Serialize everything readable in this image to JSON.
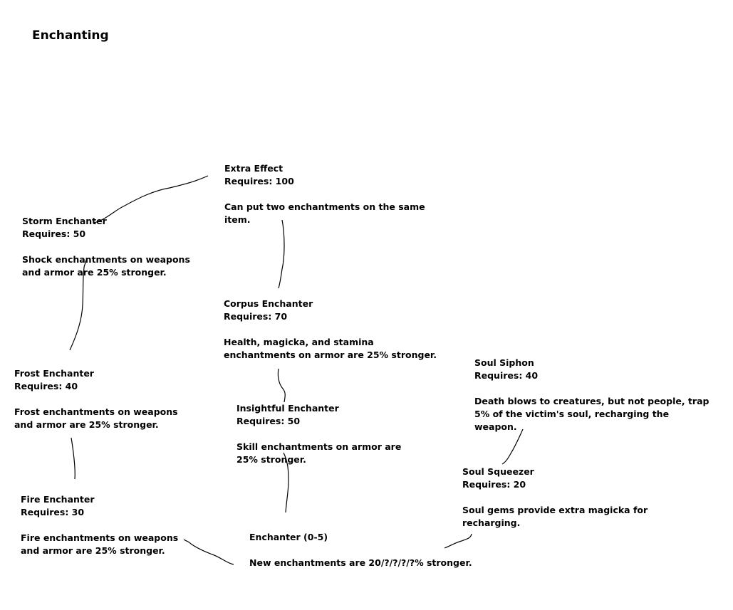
{
  "title": "Enchanting",
  "nodes": {
    "extra_effect": {
      "name": "Extra Effect",
      "requires": "Requires: 100",
      "description": "Can put two enchantments on the same item."
    },
    "storm_enchanter": {
      "name": "Storm Enchanter",
      "requires": "Requires: 50",
      "description": "Shock enchantments on weapons and armor are 25% stronger."
    },
    "corpus_enchanter": {
      "name": "Corpus Enchanter",
      "requires": "Requires: 70",
      "description": "Health, magicka, and stamina enchantments on armor are 25% stronger."
    },
    "frost_enchanter": {
      "name": "Frost Enchanter",
      "requires": "Requires: 40",
      "description": "Frost enchantments on weapons and armor are 25% stronger."
    },
    "insightful_enchanter": {
      "name": "Insightful Enchanter",
      "requires": "Requires: 50",
      "description": "Skill enchantments on armor are 25% stronger."
    },
    "soul_siphon": {
      "name": "Soul Siphon",
      "requires": "Requires: 40",
      "description": "Death blows to creatures, but not people, trap 5% of the victim's soul, recharging the weapon."
    },
    "soul_squeezer": {
      "name": "Soul Squeezer",
      "requires": "Requires: 20",
      "description": "Soul gems provide extra magicka for recharging."
    },
    "fire_enchanter": {
      "name": "Fire Enchanter",
      "requires": "Requires: 30",
      "description": "Fire enchantments on weapons and armor are 25% stronger."
    },
    "enchanter": {
      "name": "Enchanter (0-5)",
      "description": "New enchantments are 20/?/?/?/?% stronger."
    }
  }
}
